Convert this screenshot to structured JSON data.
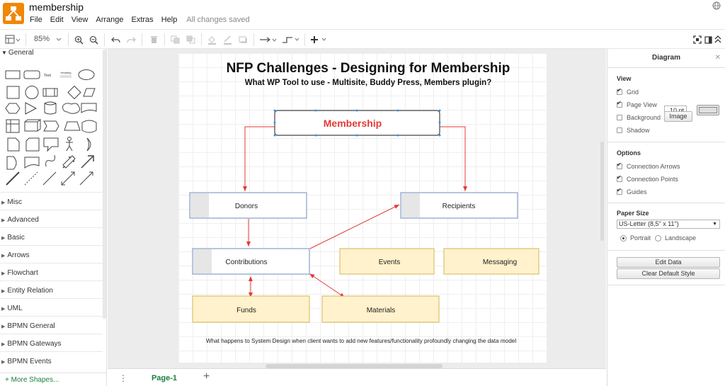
{
  "app": {
    "title": "membership",
    "menus": [
      "File",
      "Edit",
      "View",
      "Arrange",
      "Extras",
      "Help"
    ],
    "save_status": "All changes saved"
  },
  "toolbar": {
    "zoom": "85%"
  },
  "sidebar": {
    "general_label": "General",
    "shape_text_label": "Text",
    "shape_heading_label": "Heading",
    "categories": [
      "Misc",
      "Advanced",
      "Basic",
      "Arrows",
      "Flowchart",
      "Entity Relation",
      "UML",
      "BPMN General",
      "BPMN Gateways",
      "BPMN Events"
    ],
    "more_shapes": "More Shapes..."
  },
  "diagram": {
    "title": "NFP Challenges - Designing for Membership",
    "subtitle": "What WP Tool to use - Multisite, Buddy Press, Members plugin?",
    "footer": "What happens to System Design when client wants to add new features/functionality profoundly changing the data model",
    "nodes": {
      "membership": "Membership",
      "donors": "Donors",
      "recipients": "Recipients",
      "contributions": "Contributions",
      "events": "Events",
      "messaging": "Messaging",
      "funds": "Funds",
      "materials": "Materials"
    },
    "colors": {
      "entity_border": "#6c8ebf",
      "entity_fill": "#ffffff",
      "entity_side": "#e6e6e6",
      "yellow_fill": "#fff2cc",
      "yellow_border": "#d6b656",
      "arrow": "#e53935",
      "membership_text": "#e53935"
    }
  },
  "tabs": {
    "page": "Page-1"
  },
  "panel": {
    "title": "Diagram",
    "view_title": "View",
    "grid_label": "Grid",
    "grid_size": "10 pt",
    "page_view_label": "Page View",
    "background_label": "Background",
    "image_button": "Image",
    "shadow_label": "Shadow",
    "options_title": "Options",
    "connection_arrows_label": "Connection Arrows",
    "connection_points_label": "Connection Points",
    "guides_label": "Guides",
    "paper_size_title": "Paper Size",
    "paper_size_value": "US-Letter (8,5\" x 11\")",
    "portrait_label": "Portrait",
    "landscape_label": "Landscape",
    "edit_data_button": "Edit Data",
    "clear_style_button": "Clear Default Style"
  }
}
